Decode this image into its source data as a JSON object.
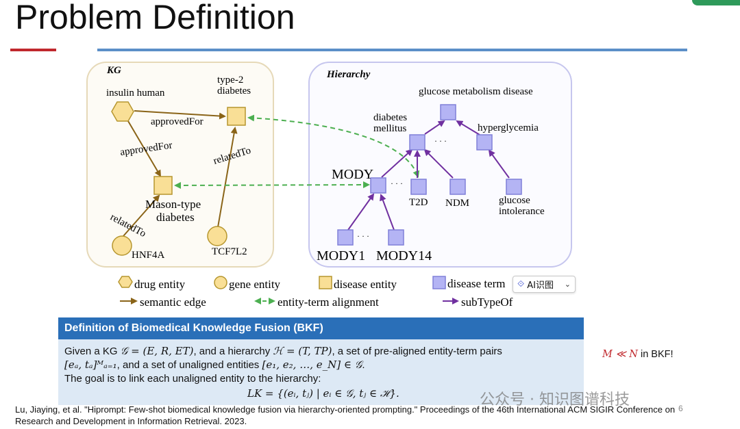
{
  "slide": {
    "title": "Problem Definition",
    "page_number": "6",
    "watermark": "公众号 · 知识图谱科技",
    "side_note": "M ≪ N in BKF!"
  },
  "kg_panel": {
    "label": "KG",
    "nodes": {
      "insulin_human": "insulin human",
      "type2_diabetes": "type-2\ndiabetes",
      "mason_type_diabetes": "Mason-type\ndiabetes",
      "hnf4a": "HNF4A",
      "tcf7l2": "TCF7L2"
    },
    "edges": {
      "approved_for_1": "approvedFor",
      "approved_for_2": "approvedFor",
      "related_to_1": "relatedTo",
      "related_to_2": "relatedTo"
    }
  },
  "hierarchy_panel": {
    "label": "Hierarchy",
    "nodes": {
      "glucose_metabolism_disease": "glucose metabolism disease",
      "diabetes_mellitus": "diabetes\nmellitus",
      "hyperglycemia": "hyperglycemia",
      "mody": "MODY",
      "t2d": "T2D",
      "ndm": "NDM",
      "glucose_intolerance": "glucose\nintolerance",
      "mody1": "MODY1",
      "mody14": "MODY14"
    },
    "ellipsis": "· · ·"
  },
  "legend": {
    "drug_entity": "drug entity",
    "gene_entity": "gene entity",
    "disease_entity": "disease entity",
    "disease_term": "disease term",
    "semantic_edge": "semantic edge",
    "entity_term_alignment": "entity-term alignment",
    "sub_type_of": "subTypeOf"
  },
  "ai_chip": {
    "label": "AI识图"
  },
  "definition": {
    "header": "Definition of Biomedical Knowledge Fusion (BKF)",
    "line1_a": "Given a KG ",
    "line1_kg": "𝒢 = (E, R, ET)",
    "line1_b": ", and a hierarchy ",
    "line1_h": "ℋ = (T, TP)",
    "line1_c": ", a set of pre-aligned entity-term pairs",
    "line2_pairs": "[eₐ, tₐ]ᴹₐ₌₁",
    "line2_b": ", and a set of unaligned entities ",
    "line2_set": "[e₁, e₂, …, e_N] ∈ 𝒢",
    "line2_c": ".",
    "line3": "The goal is to link each unaligned entity to the hierarchy:",
    "line4": "LK = {(eᵢ, tⱼ) | eᵢ ∈ 𝒢, tⱼ ∈ ℋ}."
  },
  "citation": "Lu, Jiaying, et al. \"Hiprompt: Few-shot biomedical knowledge fusion via hierarchy-oriented prompting.\" Proceedings of the 46th International ACM SIGIR Conference on Research and Development in Information Retrieval. 2023.",
  "colors": {
    "drug_fill": "#f9df96",
    "term_fill": "#b4b4f4",
    "semantic_edge": "#8a6418",
    "alignment": "#4caf50",
    "subtype": "#7030a0",
    "header_blue": "#2a6fb8"
  }
}
